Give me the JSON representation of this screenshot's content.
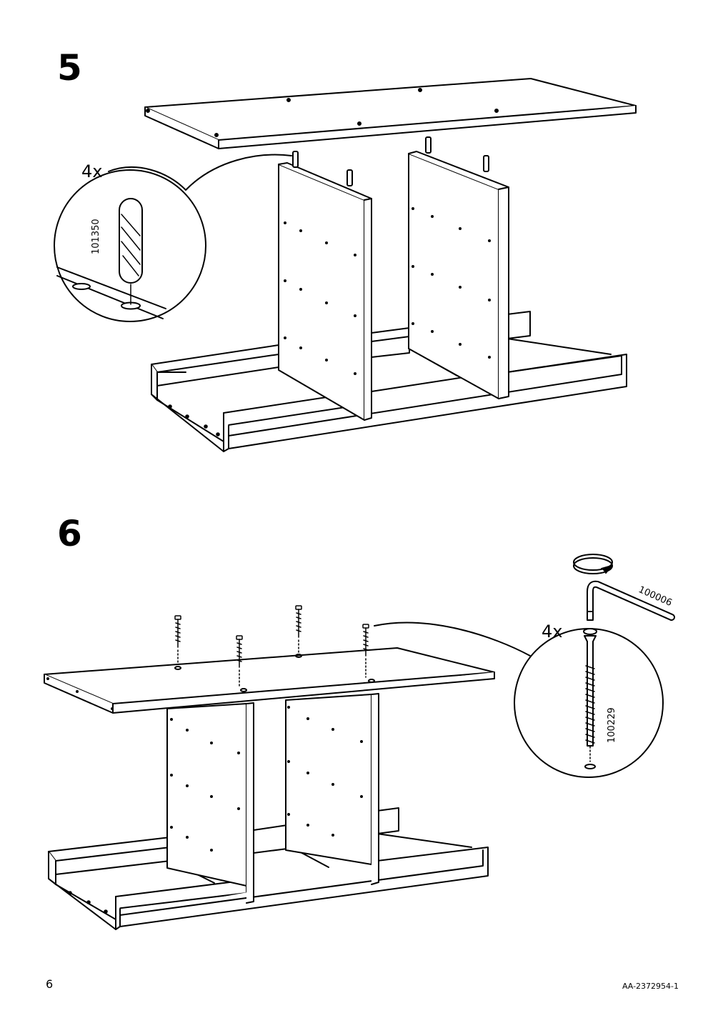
{
  "page": {
    "number": "6",
    "doc_id": "AA-2372954-1"
  },
  "step5": {
    "number": "5",
    "quantity": "4x",
    "part_number": "101350"
  },
  "step6": {
    "number": "6",
    "quantity": "4x",
    "screw_part_number": "100229",
    "key_part_number": "100006"
  }
}
